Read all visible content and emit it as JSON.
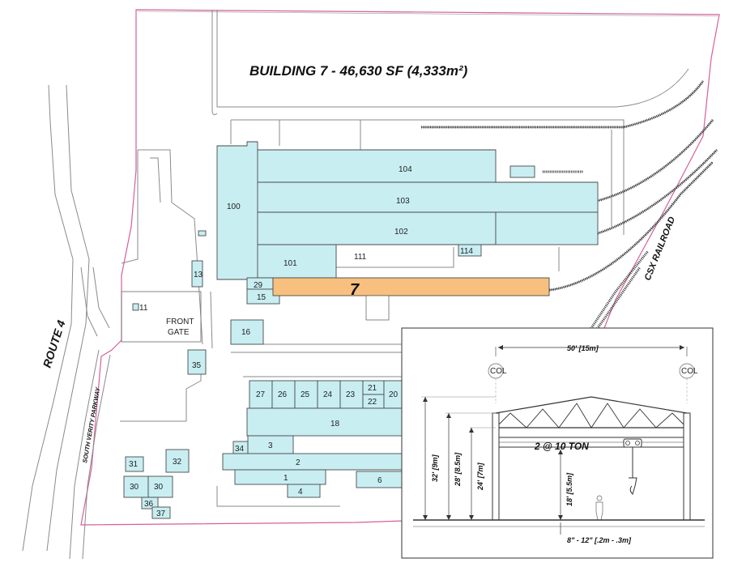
{
  "title": "BUILDING 7 - 46,630 SF (4,333m²)",
  "labels": {
    "route": "ROUTE 4",
    "parkway": "SOUTH VERITY PARKWAY",
    "railroad": "CSX RAILROAD",
    "front_gate_line1": "FRONT",
    "front_gate_line2": "GATE"
  },
  "buildings": {
    "b100": "100",
    "b104": "104",
    "b103": "103",
    "b102": "102",
    "b101": "101",
    "b111": "111",
    "b114": "114",
    "b29": "29",
    "b15": "15",
    "b7": "7",
    "b13": "13",
    "b11": "11",
    "b16": "16",
    "b35": "35",
    "b27": "27",
    "b26": "26",
    "b25": "25",
    "b24": "24",
    "b23": "23",
    "b21": "21",
    "b22": "22",
    "b20": "20",
    "b18": "18",
    "b34": "34",
    "b3": "3",
    "b2": "2",
    "b1": "1",
    "b4": "4",
    "b6": "6",
    "b31": "31",
    "b32": "32",
    "b30a": "30",
    "b30b": "30",
    "b36": "36",
    "b37": "37"
  },
  "section": {
    "span": "50' [15m]",
    "col_left": "COL",
    "col_right": "COL",
    "crane": "2 @ 10 TON",
    "height_32": "32' [9m]",
    "height_28": "28' [8.5m]",
    "height_24": "24' [7m]",
    "hook": "18' [5.5m]",
    "slab": "8\" - 12\" [.2m - .3m]"
  },
  "colors": {
    "building": "#c8eef2",
    "highlight": "#f8c07f",
    "property_line": "#d4609a"
  }
}
